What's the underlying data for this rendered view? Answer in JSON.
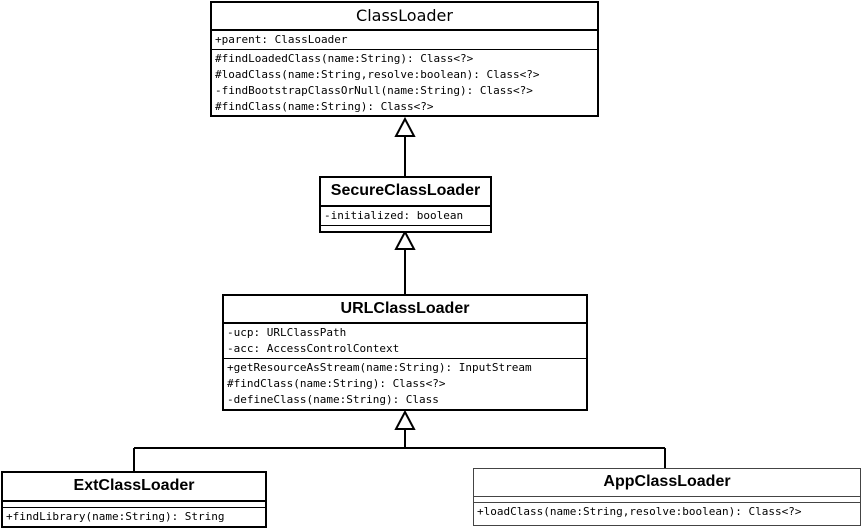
{
  "classes": {
    "classloader": {
      "name": "ClassLoader",
      "attributes": [
        "+parent: ClassLoader"
      ],
      "methods": [
        "#findLoadedClass(name:String): Class<?>",
        "#loadClass(name:String,resolve:boolean): Class<?>",
        "-findBootstrapClassOrNull(name:String): Class<?>",
        "#findClass(name:String): Class<?>"
      ]
    },
    "secureclassloader": {
      "name": "SecureClassLoader",
      "attributes": [
        "-initialized: boolean"
      ],
      "methods": []
    },
    "urlclassloader": {
      "name": "URLClassLoader",
      "attributes": [
        "-ucp: URLClassPath",
        "-acc: AccessControlContext"
      ],
      "methods": [
        "+getResourceAsStream(name:String): InputStream",
        "#findClass(name:String): Class<?>",
        "-defineClass(name:String): Class"
      ]
    },
    "extclassloader": {
      "name": "ExtClassLoader",
      "attributes": [],
      "methods": [
        "+findLibrary(name:String): String"
      ]
    },
    "appclassloader": {
      "name": "AppClassLoader",
      "attributes": [],
      "methods": [
        "+loadClass(name:String,resolve:boolean): Class<?>"
      ]
    }
  },
  "colors": {
    "line": "#000000",
    "background": "#ffffff"
  }
}
